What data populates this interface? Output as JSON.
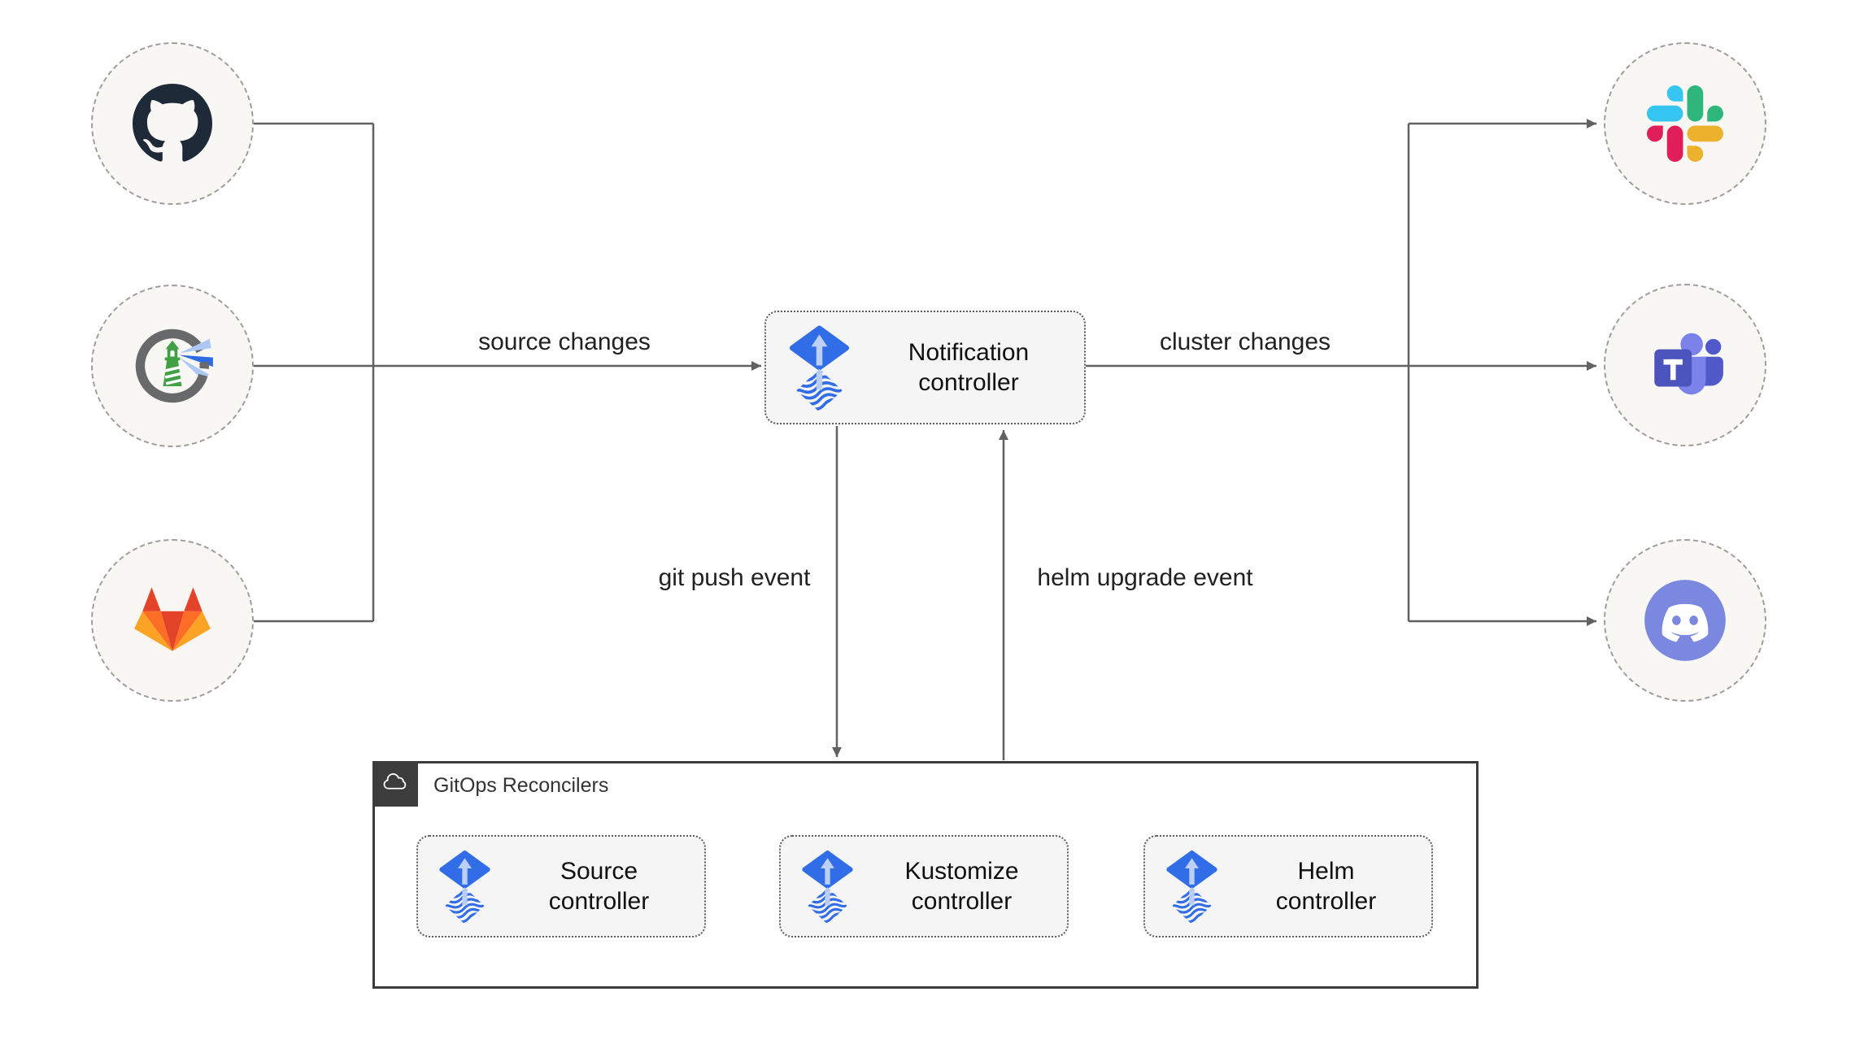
{
  "diagram": {
    "kind": "flux-gitops-notification-architecture",
    "nodes": {
      "notification": {
        "label": "Notification\ncontroller",
        "icon": "flux-icon"
      },
      "source": {
        "label": "Source\ncontroller",
        "icon": "flux-icon"
      },
      "kustomize": {
        "label": "Kustomize\ncontroller",
        "icon": "flux-icon"
      },
      "helm": {
        "label": "Helm\ncontroller",
        "icon": "flux-icon"
      }
    },
    "group": {
      "title": "GitOps Reconcilers",
      "icon": "cloud-icon"
    },
    "edge_labels": {
      "source_changes": "source changes",
      "cluster_changes": "cluster changes",
      "git_push_event": "git push event",
      "helm_upgrade_event": "helm upgrade event"
    },
    "sources": [
      {
        "icon": "github-icon"
      },
      {
        "icon": "harbor-icon"
      },
      {
        "icon": "gitlab-icon"
      }
    ],
    "notifiers": [
      {
        "icon": "slack-icon"
      },
      {
        "icon": "teams-icon"
      },
      {
        "icon": "discord-icon"
      }
    ],
    "colors": {
      "line": "#616161",
      "node_fill": "#f5f5f5",
      "node_border": "#5d5d5d",
      "group_border": "#3c3c3c",
      "circle_fill": "#f8f7f4",
      "circle_border": "#9e9e9e",
      "flux_blue": "#326de8",
      "flux_arrow_light": "#bcd0f6",
      "github_dark": "#1e2a38",
      "harbor_green": "#3fa144",
      "harbor_ring_gray": "#68696b",
      "gitlab_red": "#e24329",
      "gitlab_orange": "#fc6d26",
      "gitlab_yellow": "#fca326",
      "slack_blue": "#36c5f0",
      "slack_green": "#2eb67d",
      "slack_yellow": "#ecb22e",
      "slack_red": "#e01e5a",
      "teams_indigo": "#4b53bc",
      "teams_light": "#7b83eb",
      "teams_mid": "#5059c9",
      "discord_blurple": "#7a89df"
    }
  }
}
